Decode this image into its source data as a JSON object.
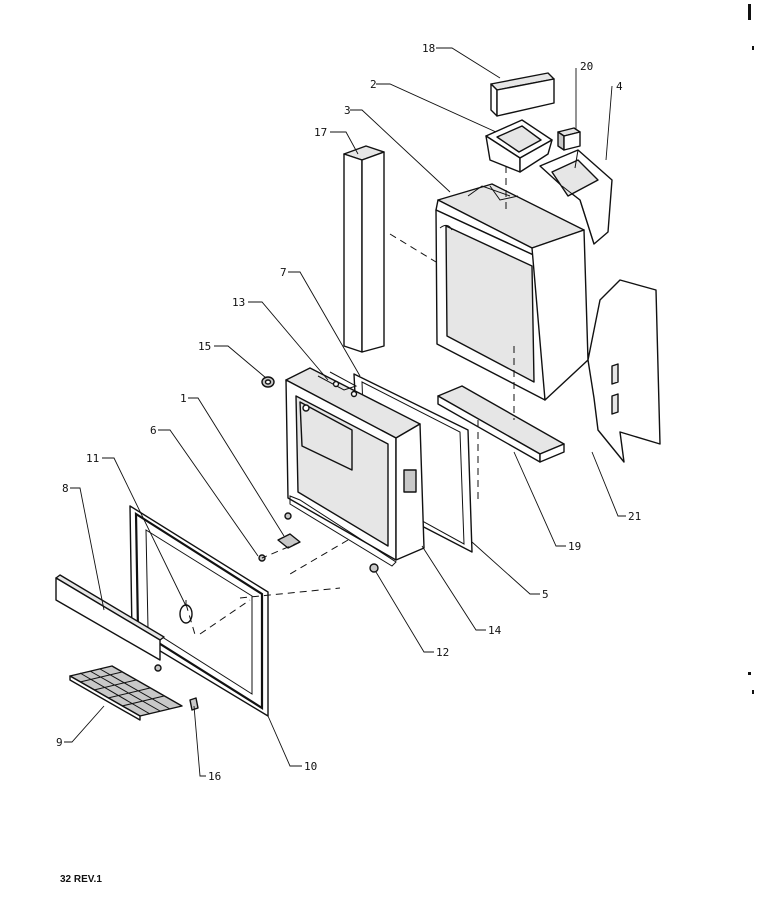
{
  "diagram": {
    "callouts": [
      {
        "id": "c1",
        "text": "1"
      },
      {
        "id": "c2",
        "text": "2"
      },
      {
        "id": "c3",
        "text": "3"
      },
      {
        "id": "c4",
        "text": "4"
      },
      {
        "id": "c5",
        "text": "5"
      },
      {
        "id": "c6",
        "text": "6"
      },
      {
        "id": "c7",
        "text": "7"
      },
      {
        "id": "c8",
        "text": "8"
      },
      {
        "id": "c9",
        "text": "9"
      },
      {
        "id": "c10",
        "text": "10"
      },
      {
        "id": "c11",
        "text": "11"
      },
      {
        "id": "c12",
        "text": "12"
      },
      {
        "id": "c13",
        "text": "13"
      },
      {
        "id": "c14",
        "text": "14"
      },
      {
        "id": "c15",
        "text": "15"
      },
      {
        "id": "c16",
        "text": "16"
      },
      {
        "id": "c17",
        "text": "17"
      },
      {
        "id": "c18",
        "text": "18"
      },
      {
        "id": "c19",
        "text": "19"
      },
      {
        "id": "c20",
        "text": "20"
      },
      {
        "id": "c21",
        "text": "21"
      }
    ],
    "footer_code": "32 REV.1"
  }
}
